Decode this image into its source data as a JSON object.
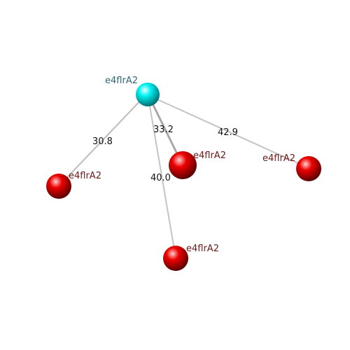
{
  "colors": {
    "center_node": "#00e5e8",
    "leaf_node": "#e00000",
    "center_label": "#2f6670",
    "leaf_label": "#6b1a1a",
    "edge": "#b8b8b8",
    "background": "#ffffff"
  },
  "nodes": [
    {
      "id": "center",
      "label": "e4flrA2",
      "role": "center"
    },
    {
      "id": "n1",
      "label": "e4flrA2",
      "role": "leaf"
    },
    {
      "id": "n2",
      "label": "e4flrA2",
      "role": "leaf"
    },
    {
      "id": "n3",
      "label": "e4flrA2",
      "role": "leaf"
    },
    {
      "id": "n4",
      "label": "e4flrA2",
      "role": "leaf"
    }
  ],
  "edges": [
    {
      "from": "center",
      "to": "n1",
      "label": "30.8"
    },
    {
      "from": "center",
      "to": "n2",
      "label": "33.2"
    },
    {
      "from": "center",
      "to": "n3",
      "label": "40.0"
    },
    {
      "from": "center",
      "to": "n4",
      "label": "42.9"
    }
  ]
}
